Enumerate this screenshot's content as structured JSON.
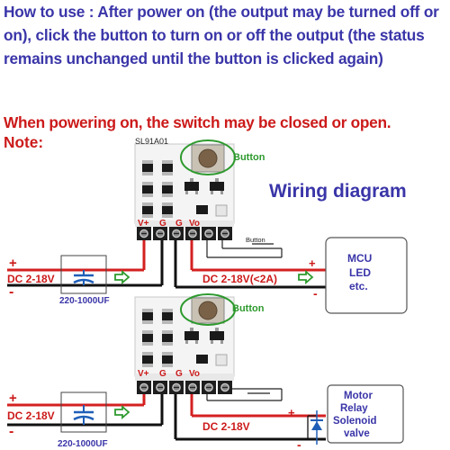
{
  "instructions": {
    "how_to_use": "How to use : After power on (the output may be turned off or on), click the button to turn on or off the output (the status remains unchanged until the button is clicked again)",
    "power_on_warning": "When powering on, the switch may be closed or open.",
    "note": "Note:"
  },
  "diagram": {
    "title": "Wiring diagram",
    "board_model": "SL91A01",
    "pin_labels": [
      "V+",
      "G",
      "G",
      "Vo"
    ],
    "button_label": "Button",
    "top": {
      "plus": "+",
      "minus": "-",
      "input_label": "DC 2-18V",
      "capacitor_label": "220-1000UF",
      "output_label": "DC 2-18V(<2A)",
      "load_lines": [
        "MCU",
        "LED",
        "etc."
      ],
      "load_plus": "+",
      "load_minus": "-"
    },
    "bottom": {
      "plus": "+",
      "minus": "-",
      "input_label": "DC 2-18V",
      "capacitor_label": "220-1000UF",
      "output_label": "DC 2-18V",
      "load_lines": [
        "Motor",
        "Relay",
        "Solenoid",
        "valve"
      ],
      "load_plus": "+",
      "load_minus": "-"
    }
  },
  "colors": {
    "text_blue": "#3a35a8",
    "text_red": "#cc1a1a",
    "text_green": "#2e9a2e",
    "wire_red": "#d42020",
    "wire_black": "#111111",
    "pcb_white": "#f4f4f4"
  }
}
